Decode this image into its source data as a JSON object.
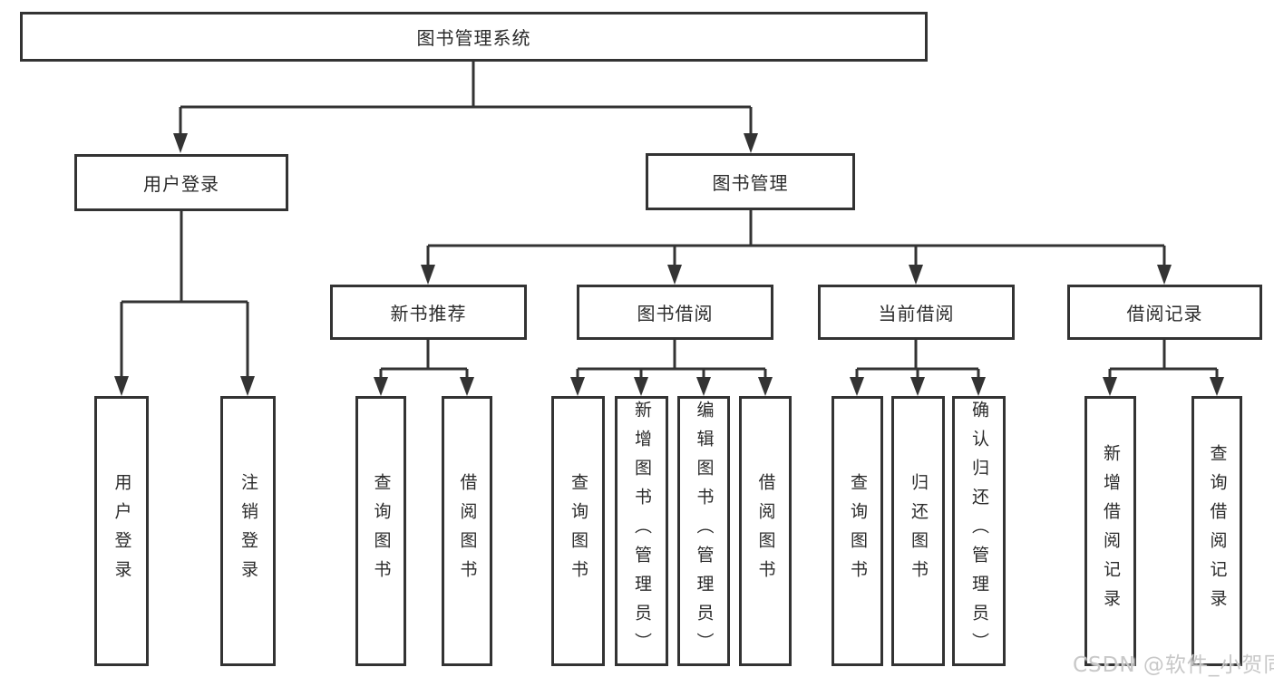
{
  "colors": {
    "line": "#333333",
    "box_border": "#333333",
    "text": "#2b2b2b",
    "background": "#ffffff",
    "watermark": "#c8c8c8"
  },
  "watermark": {
    "text": "CSDN @软件_小贺同学"
  },
  "tree": {
    "root": {
      "label": "图书管理系统"
    },
    "branches": [
      {
        "label": "用户登录",
        "children": [
          {
            "label": "用户登录"
          },
          {
            "label": "注销登录"
          }
        ]
      },
      {
        "label": "图书管理",
        "children": [
          {
            "label": "新书推荐",
            "children": [
              {
                "label": "查询图书"
              },
              {
                "label": "借阅图书"
              }
            ]
          },
          {
            "label": "图书借阅",
            "children": [
              {
                "label": "查询图书"
              },
              {
                "label": "新增图书（管理员）"
              },
              {
                "label": "编辑图书（管理员）"
              },
              {
                "label": "借阅图书"
              }
            ]
          },
          {
            "label": "当前借阅",
            "children": [
              {
                "label": "查询图书"
              },
              {
                "label": "归还图书"
              },
              {
                "label": "确认归还（管理员）"
              }
            ]
          },
          {
            "label": "借阅记录",
            "children": [
              {
                "label": "新增借阅记录"
              },
              {
                "label": "查询借阅记录"
              }
            ]
          }
        ]
      }
    ]
  }
}
